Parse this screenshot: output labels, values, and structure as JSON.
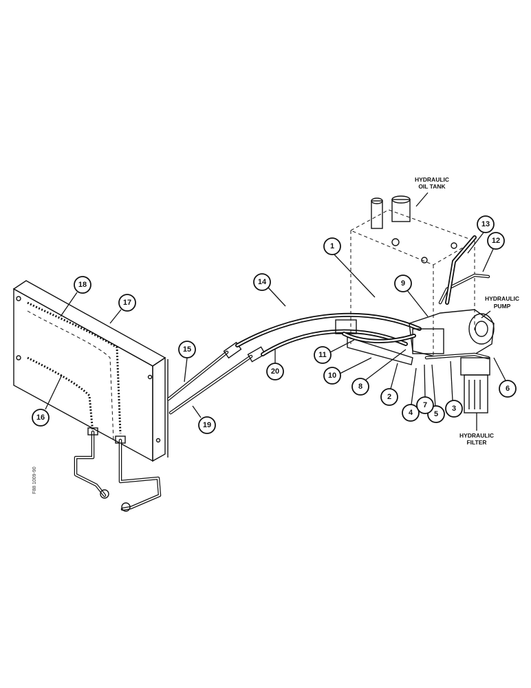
{
  "labels": {
    "oil_tank": [
      "HYDRAULIC",
      "OIL TANK"
    ],
    "pump": [
      "HYDRAULIC",
      "PUMP"
    ],
    "filter": [
      "HYDRAULIC",
      "FILTER"
    ]
  },
  "figure_code": "F88 1009-90",
  "callouts": [
    "1",
    "2",
    "3",
    "4",
    "5",
    "6",
    "7",
    "8",
    "9",
    "10",
    "11",
    "12",
    "13",
    "14",
    "15",
    "16",
    "17",
    "18",
    "19",
    "20"
  ]
}
